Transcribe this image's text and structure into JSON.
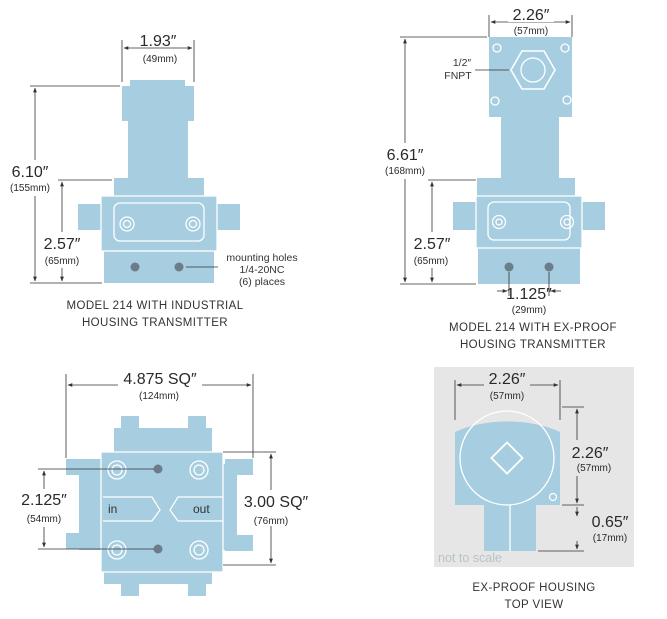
{
  "colors": {
    "housing": "#a6cde0",
    "outline": "#ffffff",
    "hole": "#6b7d87",
    "dimension_line": "#333333",
    "top_view_background": "#e6e6e6"
  },
  "industrial": {
    "caption_line1": "MODEL 214 WITH INDUSTRIAL",
    "caption_line2": "HOUSING TRANSMITTER",
    "width_in": "1.93″",
    "width_mm": "(49mm)",
    "height_in": "6.10″",
    "height_mm": "(155mm)",
    "base_in": "2.57″",
    "base_mm": "(65mm)",
    "mounting_line1": "mounting holes",
    "mounting_line2": "1/4-20NC",
    "mounting_line3": "(6) places"
  },
  "exproof": {
    "caption_line1": "MODEL 214 WITH EX-PROOF",
    "caption_line2": "HOUSING TRANSMITTER",
    "width_in": "2.26″",
    "width_mm": "(57mm)",
    "conduit_line1": "1/2″",
    "conduit_line2": "FNPT",
    "height_in": "6.61″",
    "height_mm": "(168mm)",
    "base_in": "2.57″",
    "base_mm": "(65mm)",
    "spacing_in": "1.125″",
    "spacing_mm": "(29mm)"
  },
  "bottom_view": {
    "width_in": "4.875 SQ″",
    "width_mm": "(124mm)",
    "hole_in": "2.125″",
    "hole_mm": "(54mm)",
    "square_in": "3.00 SQ″",
    "square_mm": "(76mm)",
    "port_in": "in",
    "port_out": "out"
  },
  "top_view": {
    "caption_line1": "EX-PROOF HOUSING",
    "caption_line2": "TOP VIEW",
    "width_in": "2.26″",
    "width_mm": "(57mm)",
    "height_in": "2.26″",
    "height_mm": "(57mm)",
    "stem_in": "0.65″",
    "stem_mm": "(17mm)",
    "scale_note": "not to scale"
  }
}
